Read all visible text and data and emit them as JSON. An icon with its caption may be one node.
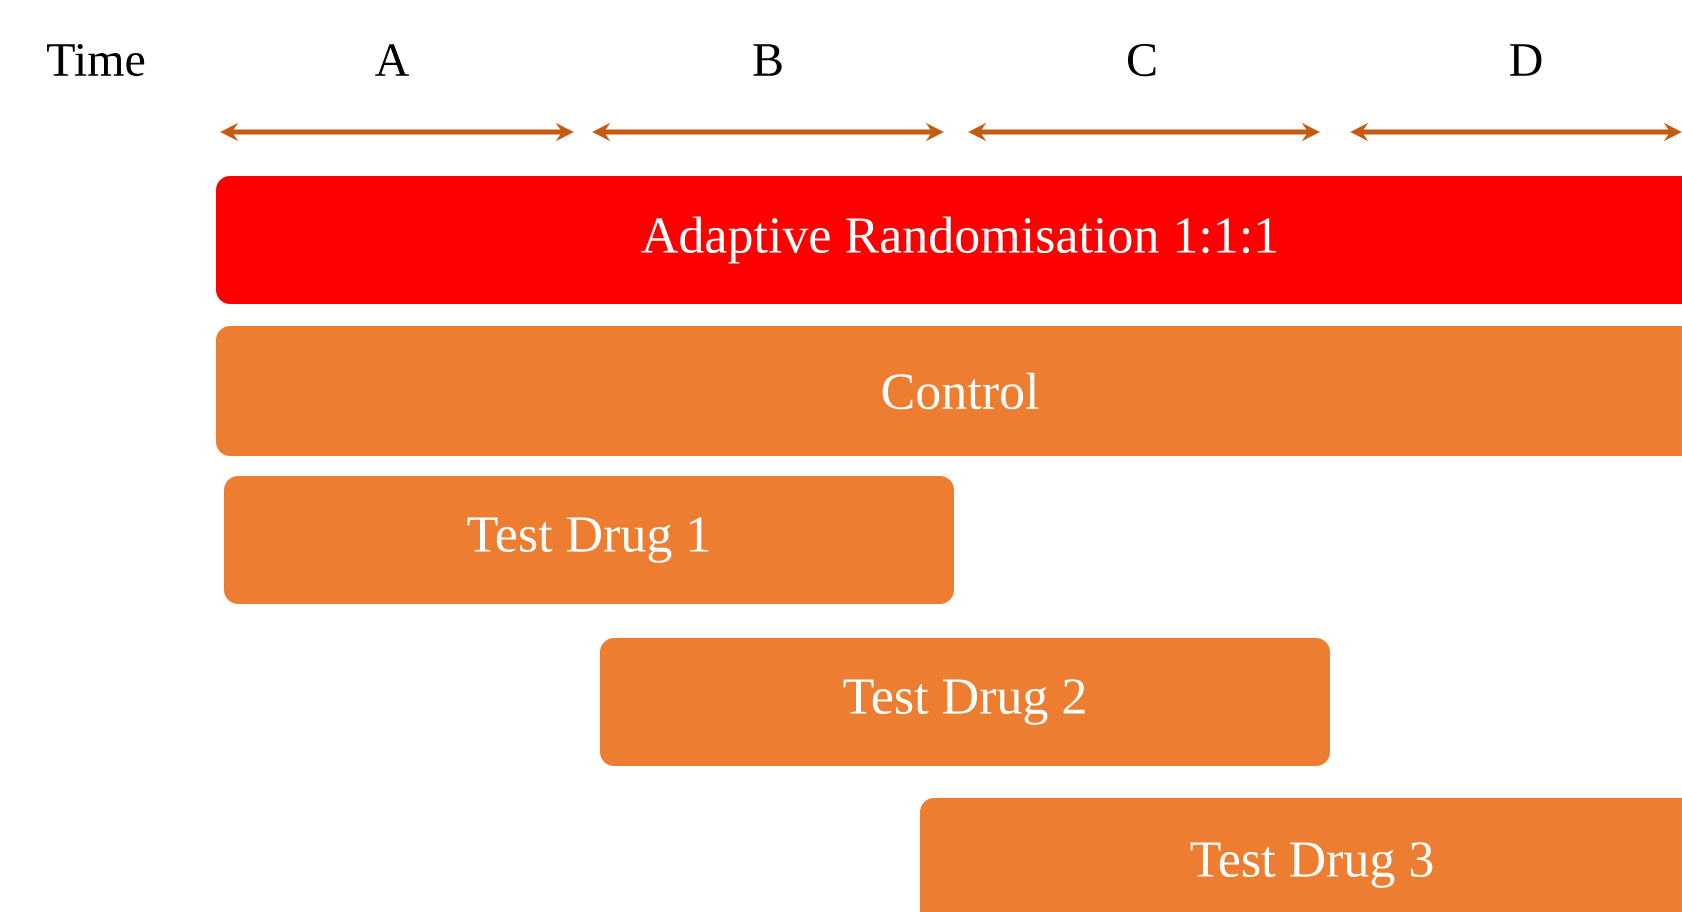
{
  "diagram": {
    "nodes": [
      {
        "text": [
          "Adaptive Randomisation 1:1:1"
        ]
      },
      {
        "text": [
          "Control"
        ]
      },
      {
        "text": [
          "Test Drug 1"
        ]
      },
      {
        "text": [
          "Test Drug 2"
        ]
      },
      {
        "text": [
          "Test Drug 3"
        ]
      }
    ],
    "labels": [
      "Time",
      "A",
      "B",
      "C",
      "D"
    ]
  }
}
